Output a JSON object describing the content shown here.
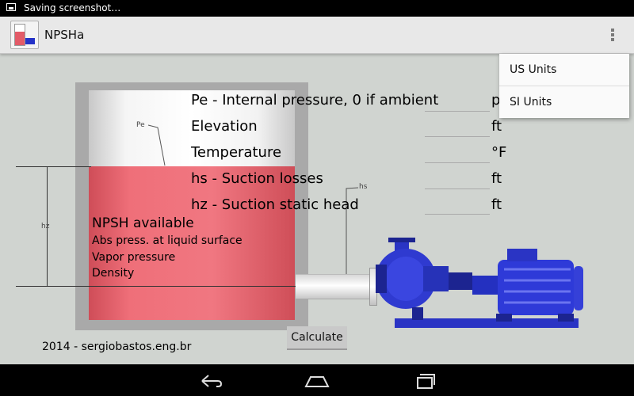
{
  "status_bar": {
    "notification_text": "Saving screenshot…"
  },
  "action_bar": {
    "title": "NPSHa"
  },
  "overflow_menu": {
    "items": [
      {
        "label": "US Units"
      },
      {
        "label": "SI Units"
      }
    ]
  },
  "diagram": {
    "pe_label": "Pe",
    "hs_label": "hs",
    "hz_label": "hz"
  },
  "form": {
    "fields": [
      {
        "label": "Pe - Internal pressure, 0 if ambient",
        "value": "",
        "unit": "p"
      },
      {
        "label": "Elevation",
        "value": "",
        "unit": "ft"
      },
      {
        "label": "Temperature",
        "value": "",
        "unit": "°F"
      },
      {
        "label": "hs - Suction losses",
        "value": "",
        "unit": "ft"
      },
      {
        "label": "hz - Suction static head",
        "value": "",
        "unit": "ft"
      }
    ]
  },
  "results": {
    "title": "NPSH available",
    "lines": [
      "Abs press. at liquid surface",
      "Vapor pressure",
      "Density"
    ]
  },
  "calculate_label": "Calculate",
  "footer_text": "2014 - sergiobastos.eng.br",
  "colors": {
    "liquid": "#ef6f79",
    "pump": "#2432c8",
    "motor": "#2e3ad8"
  },
  "icons": {
    "navigation": [
      "back-icon",
      "home-icon",
      "recent-apps-icon"
    ]
  }
}
